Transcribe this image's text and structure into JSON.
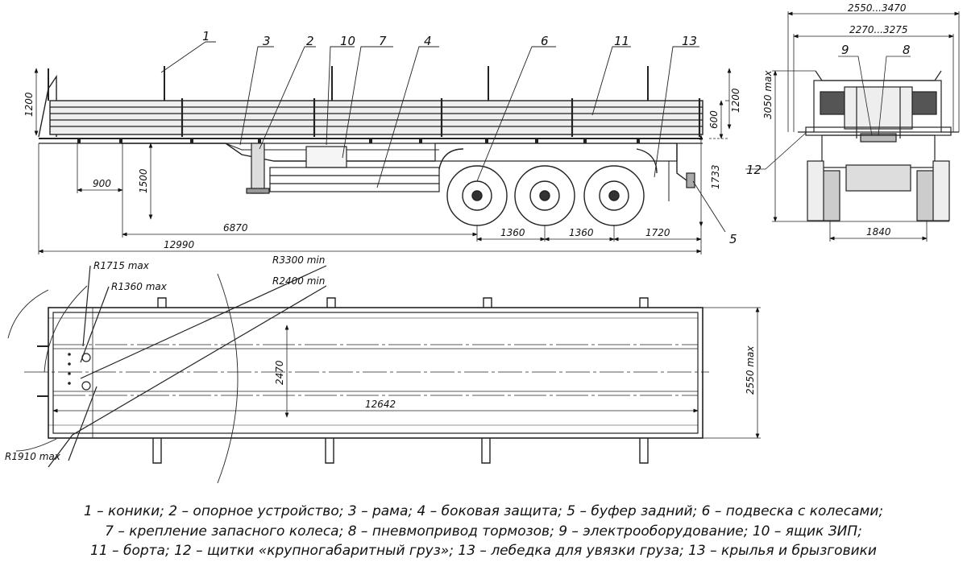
{
  "side_view": {
    "callouts": [
      "1",
      "3",
      "2",
      "10",
      "7",
      "4",
      "6",
      "11",
      "13",
      "5"
    ],
    "dimensions": {
      "left_height": "1200",
      "right_top": "1200",
      "right_mid": "600",
      "right_low": "1733",
      "support_height": "1500",
      "front_offset": "900",
      "kingpin_to_axle": "6870",
      "overall_length": "12990",
      "axle_spacing_1": "1360",
      "axle_spacing_2": "1360",
      "rear_overhang": "1720"
    }
  },
  "rear_view": {
    "callouts": [
      "9",
      "8",
      "12"
    ],
    "dimensions": {
      "outer_width": "2550...3470",
      "inner_width": "2270...3275",
      "total_height": "3050 max",
      "track": "1840"
    }
  },
  "top_view": {
    "radii": [
      "R1715 max",
      "R1360 max",
      "R3300 min",
      "R2400 min",
      "R1910 max"
    ],
    "dimensions": {
      "platform_width": "2470",
      "overall_width": "2550 max",
      "platform_length": "12642"
    }
  },
  "legend": {
    "line1": "1 – коники; 2 – опорное устройство; 3 – рама; 4 – боковая защита; 5 – буфер задний; 6 – подвеска с колесами;",
    "line2": "7 – крепление запасного колеса; 8 – пневмопривод тормозов; 9 – электрооборудование; 10 – ящик ЗИП;",
    "line3": "11 – борта; 12 – щитки «крупногабаритный груз»; 13 – лебедка для увязки груза; 13 – крылья и брызговики"
  }
}
